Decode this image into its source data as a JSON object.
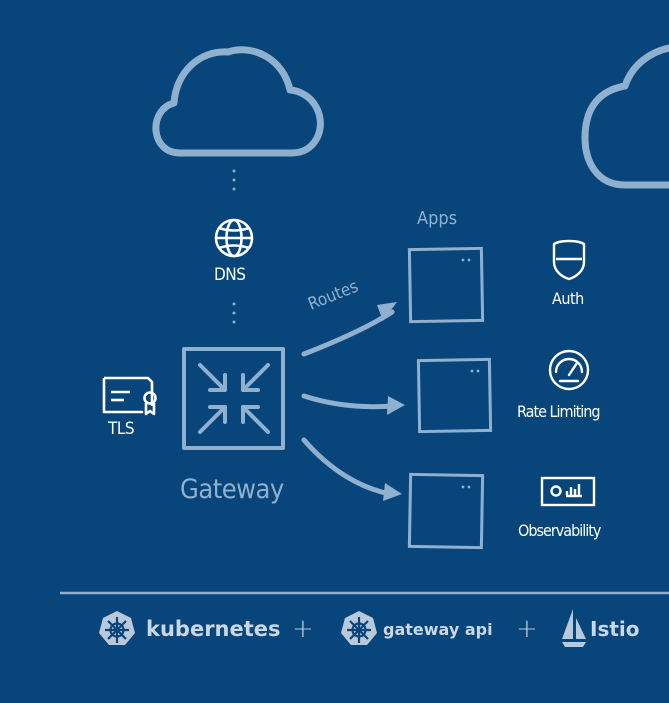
{
  "diagram": {
    "dns_label": "DNS",
    "apps_label": "Apps",
    "routes_label": "Routes",
    "tls_label": "TLS",
    "gateway_label": "Gateway",
    "features": [
      {
        "label": "Auth",
        "icon": "shield-icon"
      },
      {
        "label": "Rate Limiting",
        "icon": "gauge-icon"
      },
      {
        "label": "Observability",
        "icon": "dashboard-icon"
      }
    ]
  },
  "footer": {
    "items": [
      {
        "label": "kubernetes",
        "icon": "kubernetes-helm-icon"
      },
      {
        "separator": "+"
      },
      {
        "label": "gateway api",
        "icon": "gateway-api-helm-icon"
      },
      {
        "separator": "+"
      },
      {
        "label": "Istio",
        "icon": "istio-sail-icon"
      }
    ]
  },
  "colors": {
    "background": "#08457a",
    "line": "#8fb0cf",
    "text": "#ffffff"
  }
}
